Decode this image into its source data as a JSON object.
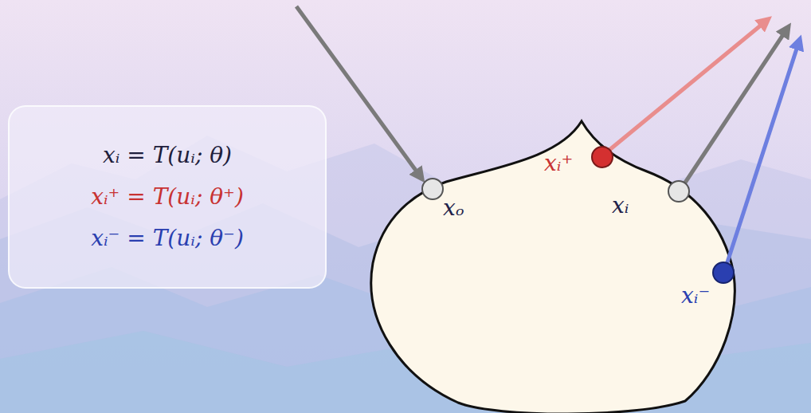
{
  "diagram": {
    "nodes": [
      {
        "text": [
          "xᵢ = T(uᵢ; θ)",
          "xᵢ⁺ = T(uᵢ; θ⁺)",
          "xᵢ⁻ = T(uᵢ; θ⁻)"
        ]
      }
    ],
    "labels": [
      "xₒ",
      "xᵢ⁺",
      "xᵢ",
      "xᵢ⁻"
    ]
  }
}
